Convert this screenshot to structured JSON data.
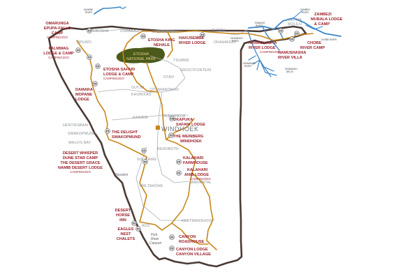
{
  "map": {
    "colors": {
      "border": "#4a3a34",
      "route": "#c8861a",
      "road": "#a9aeb2",
      "water": "#3a86c8",
      "park": "#4b5a1a",
      "lodge_text": "#9b1f2a",
      "town_text": "#8a8f93"
    },
    "icons": {
      "lodge_marker": "camera-pin-icon",
      "capital_marker": "square-icon"
    },
    "capital": "WINDHOEK",
    "park": {
      "line1": "ETOSHA",
      "line2": "NATIONAL PARK"
    },
    "towns": {
      "ruacana": "RUACANA",
      "oshakati": "OSHAKATI",
      "ondangwa": "ONDANGWA",
      "opuwo": "OPUWO",
      "rundu": "RUNDU",
      "okahango": "OKAHANGO",
      "tsumeb": "TSUMEB",
      "grootfontein": "GROOTFONTEIN",
      "otavi": "OTAVI",
      "outjo": "OUTJO",
      "khorixas": "KHORIXAS",
      "otjiwarongo": "OTJIWARONGO",
      "karibib": "KARIBIB",
      "okahandja": "OKAHANDJA",
      "hentiesbaai": "HENTIESBAAI",
      "swakopmund": "SWAKOPMUND",
      "walvis_bay": "WALVIS BAY",
      "rehoboth": "REHOBOTH",
      "solitaire": "SOLITAIRE",
      "maltahohe": "MALTAHÖHE",
      "mariental": "MARIENTAL",
      "keetmanshoop": "KEETMANSHOOP",
      "aus": "AUS",
      "katima_mulilo_1": "KATIMA",
      "katima_mulilo_2": "MULILO"
    },
    "italic_labels": {
      "sesriem": "Sesriem",
      "fish_river_1": "Fish",
      "fish_river_2": "River",
      "fish_river_3": "Canyon"
    },
    "water_labels": {
      "kunene": [
        "KUNENE",
        "RIVER"
      ],
      "kwando": [
        "KWANDO",
        "RIVER"
      ],
      "zambezi": [
        "ZAMBEZI",
        "RIVER"
      ],
      "chobe": [
        "CHOBE RIVER"
      ],
      "okavango_river": [
        "OKAVANGO",
        "RIVER"
      ],
      "okavango_delta": [
        "OKAVANGO",
        "DELTA"
      ],
      "okavango_north": [
        "OKAVANGO",
        "RIVER"
      ]
    },
    "lodges": {
      "omarunga": [
        "OMARUNGA",
        "EPUPA-FALLS",
        "CAMP"
      ],
      "omarunga_sub": "CAMPING2GO",
      "palmwag": [
        "PALMWAG",
        "LODGE & CAMP"
      ],
      "palmwag_sub": "CAMPING2GO",
      "etosha_king": [
        "ETOSHA KING",
        "NEHALE"
      ],
      "etosha_safari": [
        "ETOSHA SAFARI",
        "LODGE & CAMP"
      ],
      "etosha_safari_sub": "CAMPING2GO",
      "damara": [
        "DAMARA",
        "MOPANE",
        "LODGE"
      ],
      "hakusembe": [
        "HAKUSEMBE",
        "RIVER LODGE"
      ],
      "zambezi_mubala": [
        "ZAMBEZI",
        "MUBALA LODGE",
        "& CAMP"
      ],
      "chobe": [
        "CHOBE",
        "RIVER CAMP"
      ],
      "namushasha_lodge": [
        "NAMUSHASHA",
        "RIVER LODGE"
      ],
      "namushasha_lodge_sub": "CAMPING2GO",
      "namushasha_villa": [
        "NAMUSHASHA",
        "RIVER VILLA"
      ],
      "okapuka": [
        "OKAPUKA",
        "SAFARI LODGE"
      ],
      "weinberg": [
        "THE WEINBERG",
        "WINDHOEK"
      ],
      "delight": [
        "THE DELIGHT",
        "SWAKOPMUND"
      ],
      "desert": [
        "DESERT WHISPER",
        "DUNE STAR CAMP",
        "THE DESERT GRACE",
        "NAMIB DESERT LODGE"
      ],
      "desert_sub": "CAMPING2GO",
      "kalahari_farmhouse": [
        "KALAHARI",
        "FARMHOUSE"
      ],
      "kalahari_anib": [
        "KALAHARI",
        "ANIB LODGE"
      ],
      "kalahari_anib_sub": "CAMPING2GO",
      "desert_horse": [
        "DESERT",
        "HORSE",
        "INN"
      ],
      "eagles_nest": [
        "EAGLES",
        "NEST",
        "CHALETS"
      ],
      "canyon_roadhouse": [
        "CANYON",
        "ROADHOUSE"
      ],
      "canyon_lodge": [
        "CANYON LODGE",
        "CANYON VILLAGE"
      ]
    }
  }
}
